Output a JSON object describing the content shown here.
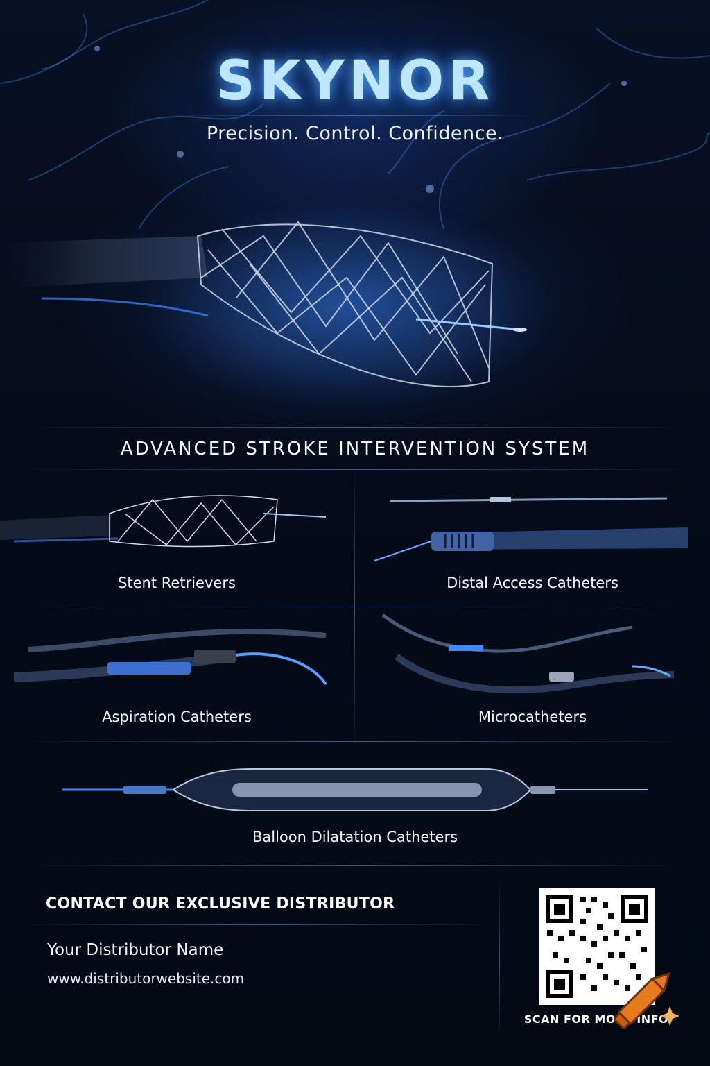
{
  "header": {
    "brand": "SKYNOR",
    "tagline": "Precision. Control. Confidence."
  },
  "section": {
    "title": "ADVANCED STROKE INTERVENTION SYSTEM"
  },
  "products": [
    {
      "label": "Stent Retrievers"
    },
    {
      "label": "Distal Access Catheters"
    },
    {
      "label": "Aspiration Catheters"
    },
    {
      "label": "Microcatheters"
    },
    {
      "label": "Balloon Dilatation Catheters"
    }
  ],
  "contact": {
    "title": "CONTACT OUR EXCLUSIVE DISTRIBUTOR",
    "distributor_name": "Your Distributor Name",
    "website": "www.distributorwebsite.com",
    "qr_caption": "SCAN FOR MORE INFO"
  },
  "colors": {
    "background": "#050a16",
    "accent_glow": "#3d8bff",
    "brand_text": "#bfe6ff"
  },
  "icons": {
    "overlay_mark": "crayon-sparkle-icon"
  }
}
